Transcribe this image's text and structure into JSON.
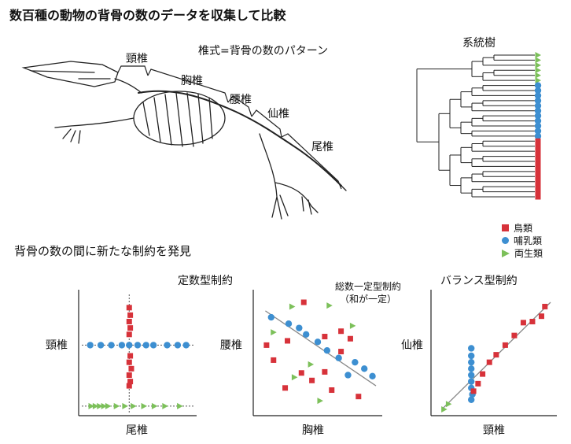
{
  "title": "数百種の動物の背骨の数のデータを収集して比較",
  "skeleton": {
    "pattern_label": "椎式=背骨の数のパターン",
    "regions": [
      "頸椎",
      "胸椎",
      "腰椎",
      "仙椎",
      "尾椎"
    ]
  },
  "tree": {
    "title": "系統樹",
    "tips": [
      "amphibian",
      "amphibian",
      "amphibian",
      "amphibian",
      "amphibian",
      "amphibian",
      "mammal",
      "mammal",
      "mammal",
      "mammal",
      "mammal",
      "mammal",
      "mammal",
      "mammal",
      "mammal",
      "mammal",
      "mammal",
      "bird",
      "bird",
      "bird",
      "bird",
      "bird",
      "bird",
      "bird",
      "bird",
      "bird",
      "bird",
      "bird",
      "bird"
    ]
  },
  "legend": [
    {
      "key": "bird",
      "label": "鳥類",
      "color": "#d7323a",
      "shape": "square"
    },
    {
      "key": "mammal",
      "label": "哺乳類",
      "color": "#3d8fd1",
      "shape": "circle"
    },
    {
      "key": "amphibian",
      "label": "両生類",
      "color": "#7cc05a",
      "shape": "triangle"
    }
  ],
  "subtitle": "背骨の数の間に新たな制約を発見",
  "chart_data": [
    {
      "type": "scatter",
      "title": "定数型制約",
      "xlabel": "尾椎",
      "ylabel": "頸椎",
      "series": [
        {
          "group": "mammal",
          "points": [
            [
              0.05,
              0.6
            ],
            [
              0.15,
              0.6
            ],
            [
              0.25,
              0.6
            ],
            [
              0.35,
              0.6
            ],
            [
              0.42,
              0.6
            ],
            [
              0.5,
              0.6
            ],
            [
              0.58,
              0.6
            ],
            [
              0.65,
              0.6
            ],
            [
              0.78,
              0.6
            ],
            [
              0.88,
              0.6
            ],
            [
              0.96,
              0.6
            ]
          ]
        },
        {
          "group": "bird",
          "points": [
            [
              0.42,
              0.95
            ],
            [
              0.43,
              0.88
            ],
            [
              0.42,
              0.82
            ],
            [
              0.43,
              0.76
            ],
            [
              0.42,
              0.7
            ],
            [
              0.43,
              0.5
            ],
            [
              0.42,
              0.44
            ],
            [
              0.44,
              0.38
            ],
            [
              0.42,
              0.32
            ],
            [
              0.43,
              0.26
            ],
            [
              0.42,
              0.22
            ]
          ]
        },
        {
          "group": "amphibian",
          "points": [
            [
              0.06,
              0.03
            ],
            [
              0.1,
              0.03
            ],
            [
              0.14,
              0.03
            ],
            [
              0.18,
              0.03
            ],
            [
              0.22,
              0.03
            ],
            [
              0.3,
              0.03
            ],
            [
              0.38,
              0.03
            ],
            [
              0.46,
              0.03
            ],
            [
              0.56,
              0.03
            ],
            [
              0.66,
              0.03
            ],
            [
              0.76,
              0.03
            ],
            [
              0.9,
              0.03
            ]
          ]
        }
      ],
      "guides": [
        "horizontal",
        "vertical"
      ]
    },
    {
      "type": "scatter",
      "title": "総数一定型制約\n（和が一定）",
      "xlabel": "胸椎",
      "ylabel": "腰椎",
      "series": [
        {
          "group": "mammal",
          "points": [
            [
              0.1,
              0.86
            ],
            [
              0.25,
              0.8
            ],
            [
              0.34,
              0.76
            ],
            [
              0.4,
              0.7
            ],
            [
              0.5,
              0.63
            ],
            [
              0.58,
              0.55
            ],
            [
              0.68,
              0.48
            ],
            [
              0.82,
              0.44
            ],
            [
              0.9,
              0.38
            ],
            [
              0.97,
              0.31
            ],
            [
              0.76,
              0.32
            ]
          ]
        },
        {
          "group": "bird",
          "points": [
            [
              0.38,
              1.0
            ],
            [
              0.24,
              0.64
            ],
            [
              0.06,
              0.6
            ],
            [
              0.56,
              0.68
            ],
            [
              0.7,
              0.54
            ],
            [
              0.12,
              0.46
            ],
            [
              0.36,
              0.34
            ],
            [
              0.56,
              0.35
            ],
            [
              0.78,
              0.66
            ],
            [
              0.45,
              0.27
            ],
            [
              0.22,
              0.2
            ],
            [
              0.62,
              0.18
            ],
            [
              0.85,
              0.12
            ],
            [
              0.7,
              0.73
            ]
          ]
        },
        {
          "group": "amphibian",
          "points": [
            [
              0.28,
              0.96
            ],
            [
              0.6,
              0.97
            ],
            [
              0.8,
              0.78
            ],
            [
              0.44,
              0.42
            ],
            [
              0.12,
              0.72
            ],
            [
              0.3,
              0.3
            ],
            [
              0.52,
              0.08
            ]
          ]
        }
      ],
      "guides": [
        "diagonal"
      ]
    },
    {
      "type": "scatter",
      "title": "バランス型制約",
      "xlabel": "頸椎",
      "ylabel": "仙椎",
      "series": [
        {
          "group": "mammal",
          "points": [
            [
              0.3,
              0.57
            ],
            [
              0.3,
              0.5
            ],
            [
              0.3,
              0.44
            ],
            [
              0.3,
              0.38
            ],
            [
              0.3,
              0.32
            ],
            [
              0.3,
              0.26
            ],
            [
              0.3,
              0.2
            ],
            [
              0.31,
              0.14
            ],
            [
              0.3,
              0.09
            ]
          ]
        },
        {
          "group": "bird",
          "points": [
            [
              0.95,
              0.96
            ],
            [
              0.92,
              0.87
            ],
            [
              0.84,
              0.82
            ],
            [
              0.76,
              0.81
            ],
            [
              0.68,
              0.69
            ],
            [
              0.6,
              0.6
            ],
            [
              0.52,
              0.51
            ],
            [
              0.46,
              0.44
            ],
            [
              0.4,
              0.33
            ],
            [
              0.36,
              0.24
            ],
            [
              0.32,
              0.17
            ]
          ]
        },
        {
          "group": "amphibian",
          "points": [
            [
              0.06,
              0.0
            ],
            [
              0.1,
              0.05
            ]
          ]
        }
      ],
      "guides": [
        "diagonal"
      ]
    }
  ]
}
